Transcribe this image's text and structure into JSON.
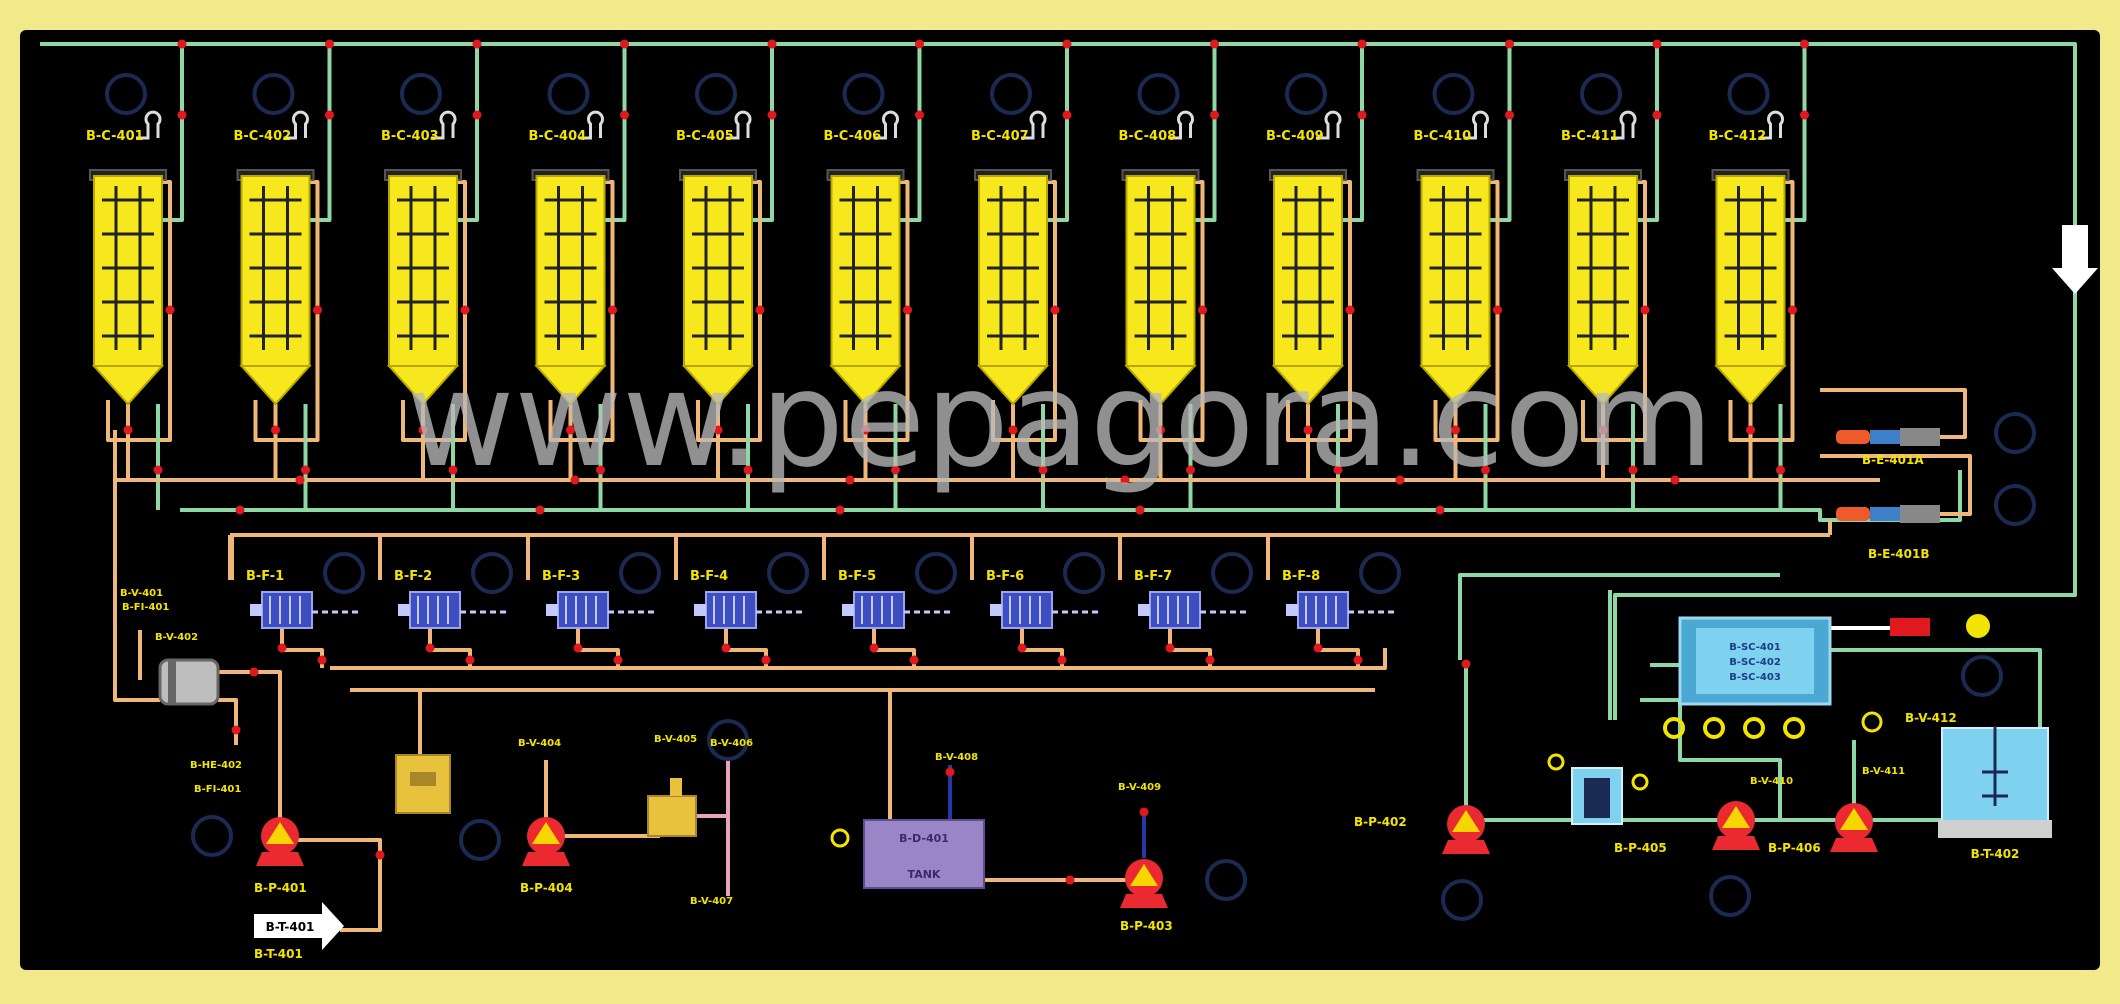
{
  "colors": {
    "frame": "#f2ea8a",
    "panel": "#000000",
    "vessel": "#f6e81c",
    "pipe_green": "#8fd8a6",
    "pipe_orange": "#f0b878",
    "valve_red": "#e0191e",
    "label_yellow": "#f2e400",
    "pump_body": "#ea2a30",
    "pump_triangle": "#f6d500",
    "filter_blue": "#3d4fc0",
    "tank_blue": "#7fd2ef",
    "box_purple": "#9a86c6",
    "watermark": "#b9b9b9"
  },
  "watermark": "www.pepagora.com",
  "diagram": {
    "columns": [
      "B-C-401",
      "B-C-402",
      "B-C-403",
      "B-C-404",
      "B-C-405",
      "B-C-406",
      "B-C-407",
      "B-C-408",
      "B-C-409",
      "B-C-410",
      "B-C-411",
      "B-C-412"
    ],
    "filters": [
      "B-F-1",
      "B-F-2",
      "B-F-3",
      "B-F-4",
      "B-F-5",
      "B-F-6",
      "B-F-7",
      "B-F-8"
    ],
    "heat_exchangers": [
      "B-E-401A",
      "B-E-401B"
    ],
    "pumps": {
      "p1": "B-P-401",
      "p2": "B-P-404",
      "p3": "B-P-403",
      "p4": "B-P-402",
      "p5": "B-P-405",
      "p6": "B-P-406"
    },
    "outlet_arrow": "B-T-401",
    "side_arrow_label": "",
    "purple_box": [
      "B-D-401",
      "",
      "TANK"
    ],
    "control_panel": [
      "B-SC-401",
      "B-SC-402",
      "B-SC-403"
    ],
    "mixing_tank": "B-T-402",
    "minor_labels": {
      "feed1": "B-V-401",
      "feed2": "B-FI-401",
      "cyl": "B-V-402",
      "cyl2": "B-HE-402",
      "l404": "B-V-404",
      "l405a": "B-V-405",
      "l405b": "B-V-406",
      "l406": "B-V-407",
      "lbox": "B-V-408",
      "lr1": "B-V-409",
      "lr2": "B-V-410",
      "lr3": "B-V-411",
      "l_small_right": "B-V-412"
    }
  }
}
